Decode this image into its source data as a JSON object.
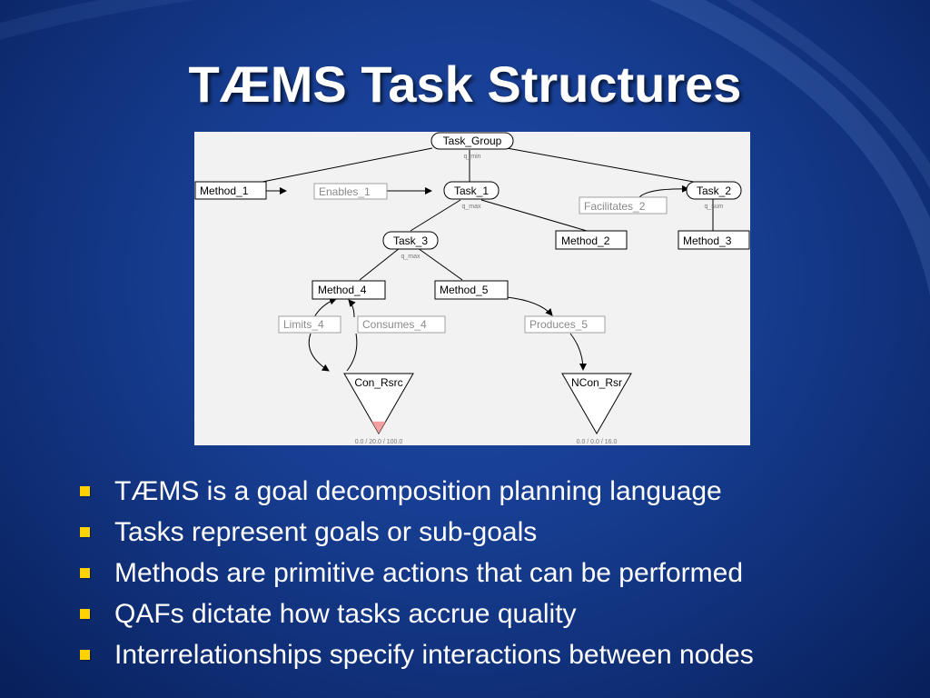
{
  "slide": {
    "title": "TÆMS Task Structures"
  },
  "diagram": {
    "task_group": {
      "label": "Task_Group",
      "qaf": "q_min"
    },
    "task_1": {
      "label": "Task_1",
      "qaf": "q_max"
    },
    "task_2": {
      "label": "Task_2",
      "qaf": "q_sum"
    },
    "task_3": {
      "label": "Task_3",
      "qaf": "q_max"
    },
    "method_1": "Method_1",
    "method_2": "Method_2",
    "method_3": "Method_3",
    "method_4": "Method_4",
    "method_5": "Method_5",
    "enables_1": "Enables_1",
    "facilitates_2": "Facilitates_2",
    "limits_4": "Limits_4",
    "consumes_4": "Consumes_4",
    "produces_5": "Produces_5",
    "con_rsrc": {
      "label": "Con_Rsrc",
      "values": "0.0 / 20.0 / 100.0",
      "level": 0.2
    },
    "ncon_rsrc": {
      "label": "NCon_Rsr",
      "values": "0.0 / 0.0 / 16.0",
      "level": 0.0
    },
    "colors": {
      "node_border": "#000000",
      "relation_border": "#a0a0a0",
      "resource_fill": "#f4a0a0"
    }
  },
  "bullets": [
    "TÆMS is a goal decomposition planning language",
    "Tasks represent goals or sub-goals",
    "Methods are primitive actions that can be performed",
    "QAFs dictate how tasks accrue quality",
    "Interrelationships specify interactions between nodes"
  ]
}
